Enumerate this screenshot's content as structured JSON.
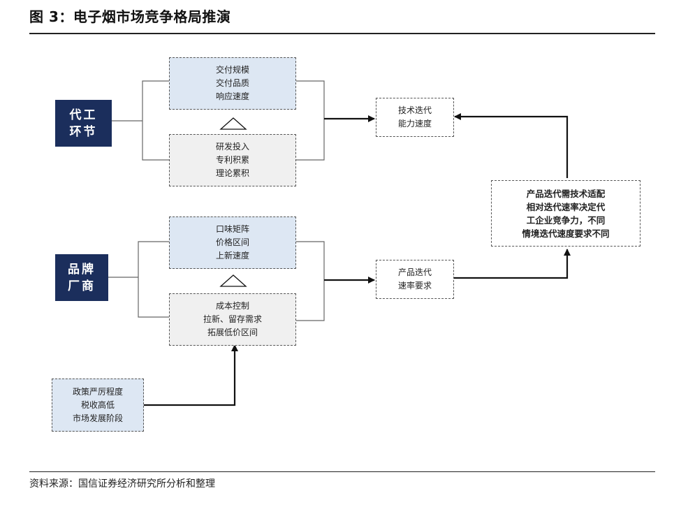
{
  "title": "图 3：电子烟市场竞争格局推演",
  "source": "资料来源：国信证券经济研究所分析和整理",
  "diagram": {
    "oem": {
      "line1": "代工",
      "line2": "环节"
    },
    "brand": {
      "line1": "品牌",
      "line2": "厂商"
    },
    "oem_top": [
      "交付规模",
      "交付品质",
      "响应速度"
    ],
    "oem_bottom": [
      "研发投入",
      "专利积累",
      "理论累积"
    ],
    "brand_top": [
      "口味矩阵",
      "价格区间",
      "上新速度"
    ],
    "brand_bottom": [
      "成本控制",
      "拉新、留存需求",
      "拓展低价区间"
    ],
    "policy": [
      "政策严厉程度",
      "税收高低",
      "市场发展阶段"
    ],
    "tech": [
      "技术迭代",
      "能力速度"
    ],
    "product": [
      "产品迭代",
      "速率要求"
    ],
    "summary": [
      "产品迭代需技术适配",
      "相对迭代速率决定代",
      "工企业竞争力，不同",
      "情境迭代速度要求不同"
    ]
  },
  "colors": {
    "navy": "#1b2e5c",
    "light_blue": "#dde7f3",
    "light_gray": "#f0f0f0"
  }
}
